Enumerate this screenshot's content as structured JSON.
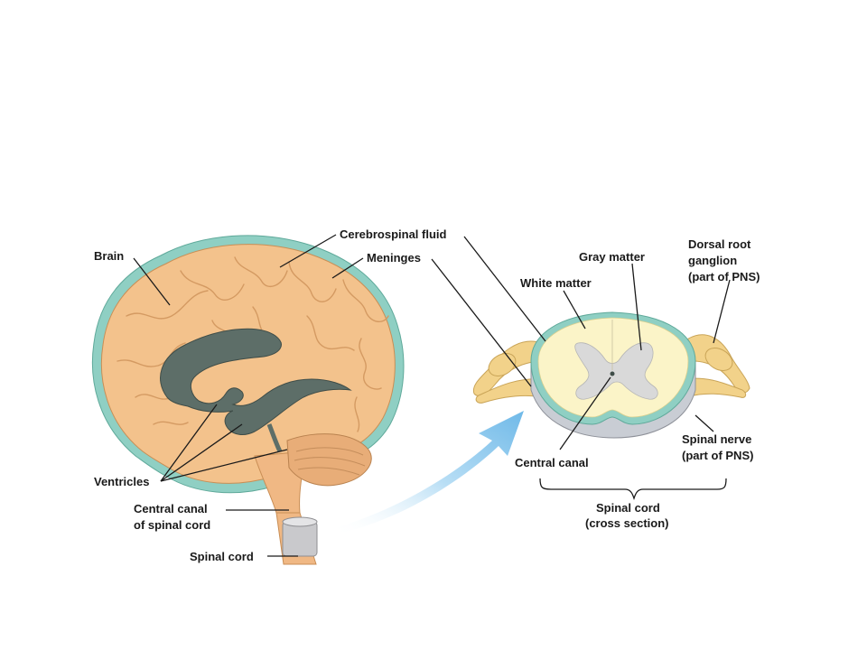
{
  "labels": {
    "brain": "Brain",
    "cerebrospinal_fluid": "Cerebrospinal fluid",
    "meninges": "Meninges",
    "ventricles": "Ventricles",
    "central_canal_spinal_line1": "Central canal",
    "central_canal_spinal_line2": "of spinal cord",
    "spinal_cord": "Spinal cord",
    "gray_matter": "Gray matter",
    "white_matter": "White matter",
    "dorsal_root_line1": "Dorsal root",
    "dorsal_root_line2": "ganglion",
    "dorsal_root_line3": "(part of PNS)",
    "spinal_nerve_line1": "Spinal nerve",
    "spinal_nerve_line2": "(part of PNS)",
    "central_canal": "Central canal",
    "cross_section_line1": "Spinal cord",
    "cross_section_line2": "(cross section)"
  },
  "colors": {
    "brain_tissue": "#f3c28c",
    "brain_fold": "#dca06a",
    "csf": "#8fcfc3",
    "ventricle": "#5d6e68",
    "white_matter": "#fbf4c8",
    "gray_matter": "#d9d9d9",
    "nerve": "#f2d28a",
    "arrow": "#8ec9ee"
  }
}
